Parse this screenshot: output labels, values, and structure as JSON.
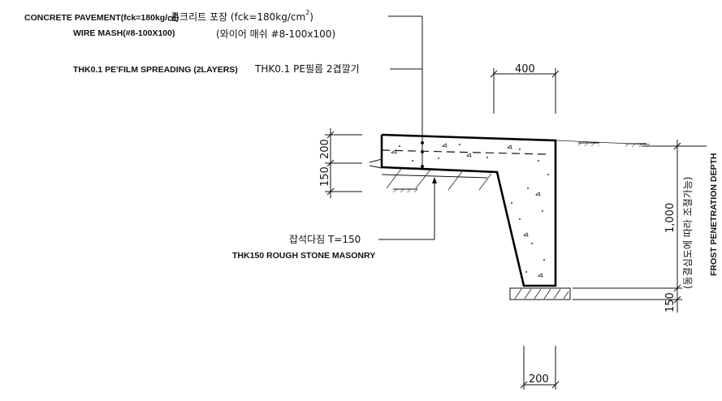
{
  "labels": {
    "pavement_en": "CONCRETE PAVEMENT(fck=180kg/㎠)",
    "pavement_ko": "콘크리트 포장  (fck=180kg/cm",
    "pavement_ko_sup": "2",
    "pavement_ko_end": ")",
    "mesh_en": "WIRE MASH(#8-100X100)",
    "mesh_ko": "(와이어 매쉬 #8-100x100)",
    "film_en": "THK0.1 PE'FILM SPREADING (2LAYERS)",
    "film_ko": "THK0.1  PE필름  2겹깔기",
    "stone_ko": "잡석다짐  T=150",
    "stone_en": "THK150 ROUGH STONE MASONRY",
    "frost_en": "FROST PENETRATION DEPTH",
    "frost_ko": "(동결심도에 따라 조절가능)"
  },
  "dimensions": {
    "top_width": "400",
    "slab_200": "200",
    "slab_150": "150",
    "depth_1000": "1,000",
    "footing_150": "150",
    "base_200": "200"
  }
}
